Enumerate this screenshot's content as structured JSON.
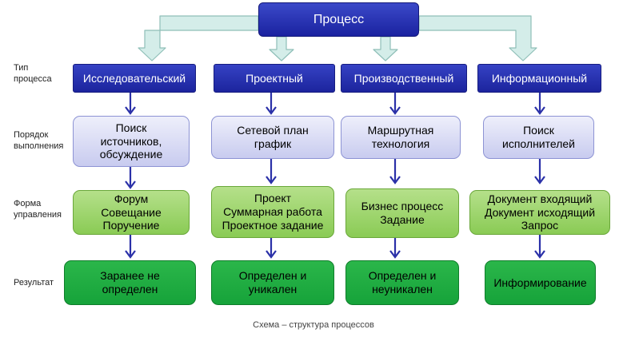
{
  "root": "Процесс",
  "row_labels": {
    "type": "Тип\nпроцесса",
    "order": "Порядок\nвыполнения",
    "control": "Форма\nуправления",
    "result": "Результат"
  },
  "columns": [
    {
      "type": "Исследовательский",
      "order": "Поиск\nисточников,\nобсуждение",
      "control": "Форум\nСовещание\nПоручение",
      "result": "Заранее не\nопределен"
    },
    {
      "type": "Проектный",
      "order": "Сетевой план\nграфик",
      "control": "Проект\nСуммарная работа\nПроектное задание",
      "result": "Определен и\nуникален"
    },
    {
      "type": "Производственный",
      "order": "Маршрутная\nтехнология",
      "control": "Бизнес процесс\nЗадание",
      "result": "Определен и\nнеуникален"
    },
    {
      "type": "Информационный",
      "order": "Поиск\nисполнителей",
      "control": "Документ входящий\nДокумент  исходящий\nЗапрос",
      "result": "Информирование"
    }
  ],
  "caption": "Схема – структура процессов",
  "colors": {
    "arrow_fill": "#d4ede9",
    "arrow_stroke": "#8fbfb8",
    "connector": "#2a30a8"
  }
}
